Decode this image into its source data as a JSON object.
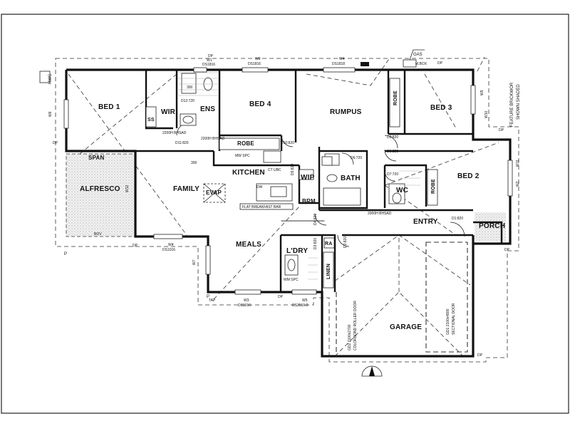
{
  "rooms": {
    "bed1": "BED 1",
    "wir": "WIR",
    "ens": "ENS",
    "bed4": "BED 4",
    "rumpus": "RUMPUS",
    "bed3": "BED 3",
    "alfresco": "ALFRESCO",
    "family": "FAMILY",
    "kitchen": "KITCHEN",
    "wip": "WIP",
    "bath": "BATH",
    "wc": "WC",
    "bed2": "BED 2",
    "entry": "ENTRY",
    "porch": "PORCH",
    "meals": "MEALS",
    "ldry": "L'DRY",
    "garage": "GARAGE",
    "robe1": "ROBE",
    "robe3": "ROBE",
    "robe2": "ROBE",
    "linen": "LINEN",
    "brm": "BRM",
    "evap": "EVAP",
    "span": "SPAN",
    "ra": "RA",
    "ss": "SS"
  },
  "labels": {
    "hws": "HWS",
    "gas": "GAS",
    "mbox": "M.BOX",
    "feature_line1": "FEATURE BRICKWOR",
    "feature_line2": "SHOWN SHADED",
    "breakfast_bar": "FLAT BREAKFAST BAR",
    "dw": "DW",
    "ct_ubc": "CT UBC",
    "wm_spc": "WM SPC",
    "tap": "TAP",
    "bov": "BOV",
    "p1": "P",
    "p2": "P",
    "north": "1",
    "gd2_line1": "GD2  2100x2700",
    "gd2_line2": "COLORBOND ROLLER DOOR",
    "gd1_line1": "GD1  2100x4800",
    "gd1_line2": "SECTIONAL DOOR",
    "dp": [
      "DP",
      "DP",
      "DP",
      "DP",
      "DP",
      "DP",
      "DP",
      "DP"
    ],
    "doors": [
      "D12:720",
      "D11:820",
      "D10:820",
      "D9:820",
      "D8:820",
      "D6:720",
      "D7:720",
      "D5:820",
      "D4:820",
      "D3:820",
      "D2:820",
      "D1:820"
    ],
    "windows": [
      "W8",
      "W4",
      "W4",
      "W3",
      "W5",
      "W6",
      "W7",
      "W1",
      "W2",
      "W9",
      "W10",
      "W11",
      "W12"
    ],
    "window_sizes": [
      "DS1816",
      "DS1818",
      "DS1016",
      "DS1016",
      "DS1816",
      "DS2519-2"
    ],
    "misc": [
      "2200H BHSAD",
      "2200H BHSAD",
      "300",
      "300",
      "MW SPC",
      "2000H BHSAD"
    ]
  }
}
